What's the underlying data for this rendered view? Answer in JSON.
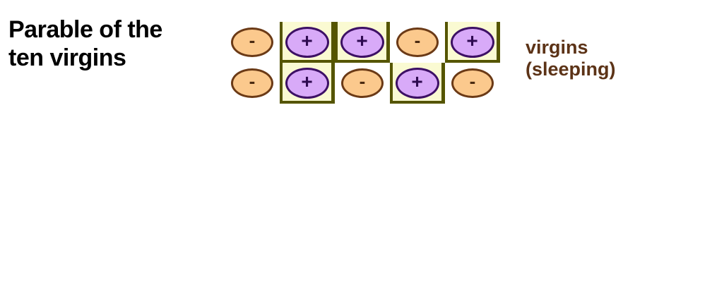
{
  "title": {
    "text": "Parable of the\nten virgins",
    "color": "#000000"
  },
  "legend": {
    "text": "virgins\n(sleeping)",
    "color": "#5c3317"
  },
  "colors": {
    "oval_minus_fill": "#fbc98d",
    "oval_minus_border": "#6b3a16",
    "oval_plus_fill": "#d8aaf8",
    "oval_plus_border": "#3d1065",
    "box_fill": "#fafad2",
    "box_border": "#555500",
    "background": "#ffffff"
  },
  "symbols": {
    "minus": "-",
    "plus": "+"
  },
  "chart_data": {
    "type": "table",
    "title": "Parable of the ten virgins",
    "legend": [
      "virgins (sleeping)"
    ],
    "rows": 2,
    "columns": 5,
    "cells": [
      [
        {
          "state": "minus",
          "symbol": "-",
          "boxed": false
        },
        {
          "state": "plus",
          "symbol": "+",
          "boxed": true
        },
        {
          "state": "plus",
          "symbol": "+",
          "boxed": true
        },
        {
          "state": "minus",
          "symbol": "-",
          "boxed": false
        },
        {
          "state": "plus",
          "symbol": "+",
          "boxed": true
        }
      ],
      [
        {
          "state": "minus",
          "symbol": "-",
          "boxed": false
        },
        {
          "state": "plus",
          "symbol": "+",
          "boxed": true
        },
        {
          "state": "minus",
          "symbol": "-",
          "boxed": false
        },
        {
          "state": "plus",
          "symbol": "+",
          "boxed": true
        },
        {
          "state": "minus",
          "symbol": "-",
          "boxed": false
        }
      ]
    ],
    "counts": {
      "plus": 5,
      "minus": 5,
      "boxed": 5,
      "unboxed": 5,
      "total": 10
    }
  }
}
